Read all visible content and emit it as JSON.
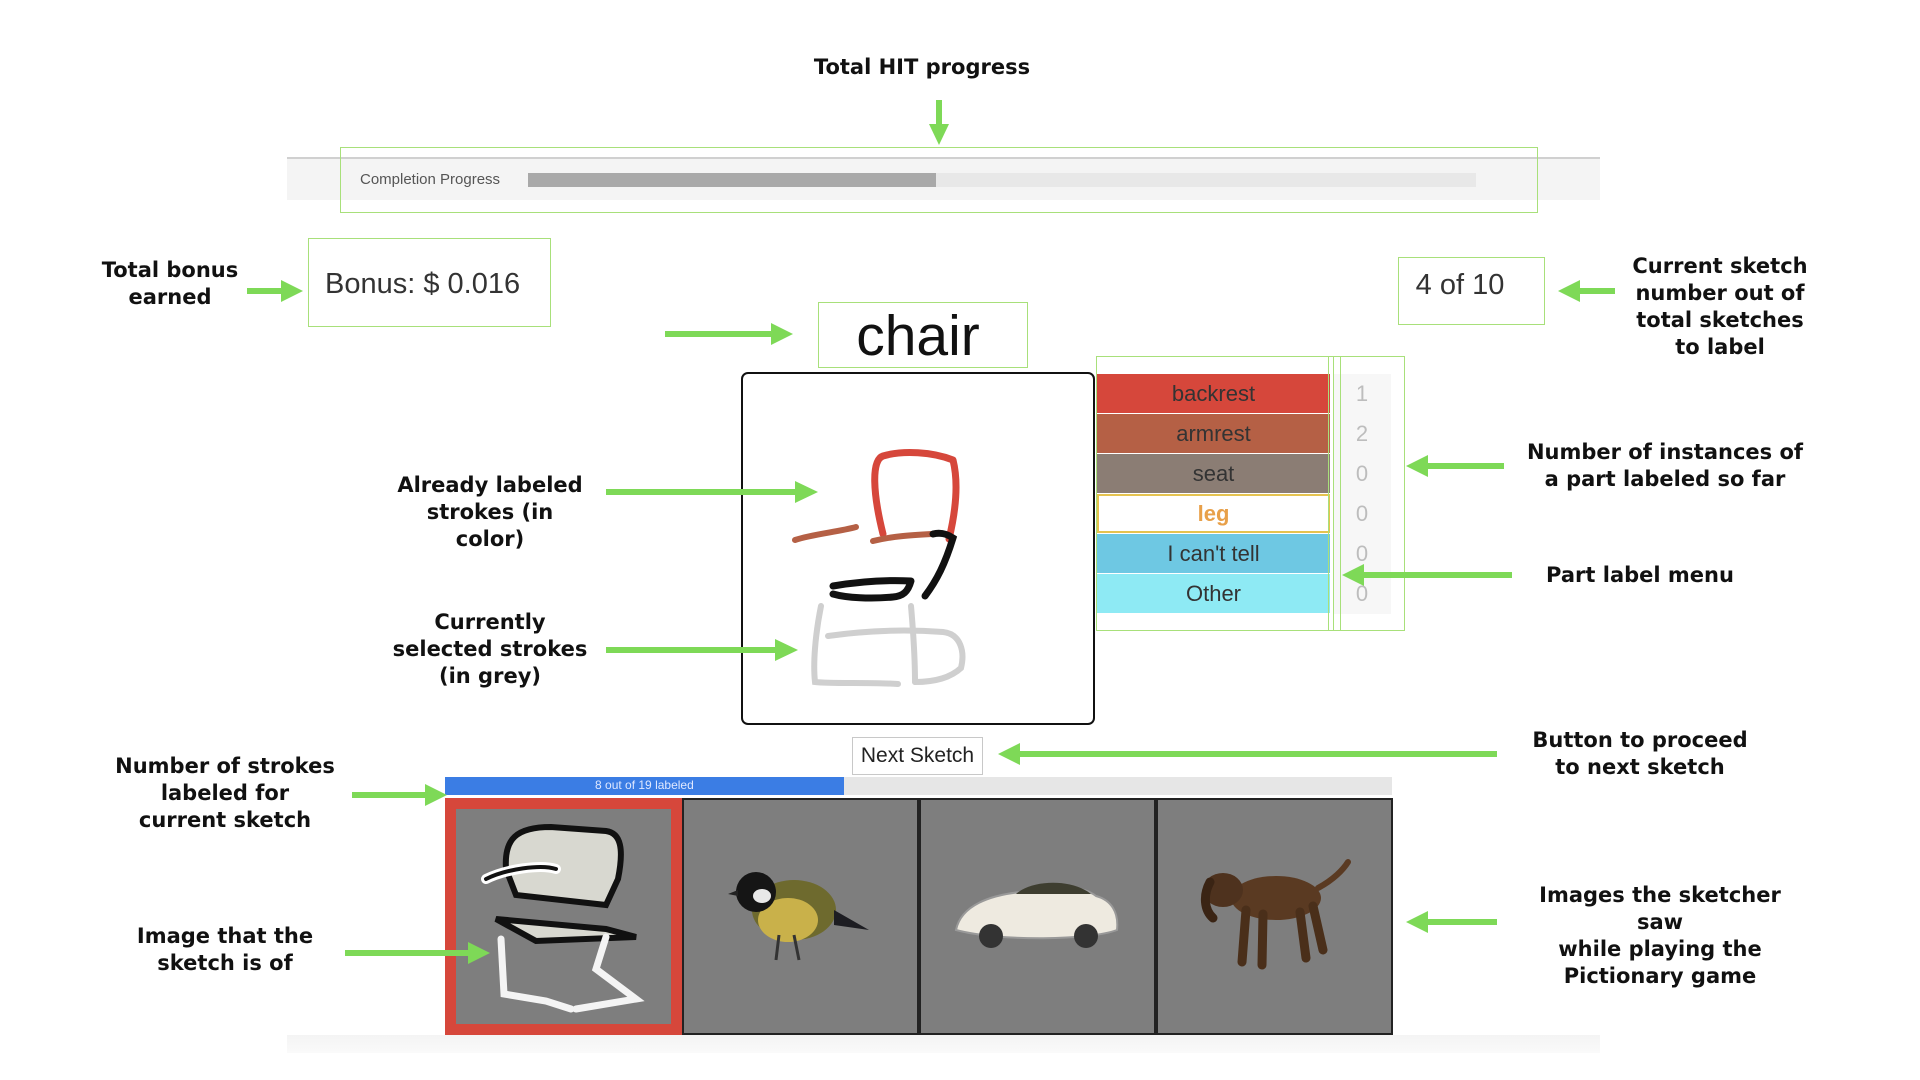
{
  "annotations": {
    "hit_progress": "Total HIT progress",
    "bonus": [
      "Total bonus",
      "earned"
    ],
    "sketch_number": [
      "Current sketch",
      "number out of",
      "total sketches",
      "to label"
    ],
    "labeled_strokes": [
      "Already labeled",
      "strokes (in color)"
    ],
    "selected_strokes": [
      "Currently",
      "selected strokes",
      "(in grey)"
    ],
    "instances": [
      "Number of instances of",
      "a part labeled so far"
    ],
    "part_menu": "Part label menu",
    "next_button": [
      "Button to proceed",
      "to next sketch"
    ],
    "strokes_labeled": [
      "Number of strokes",
      "labeled for",
      "current sketch"
    ],
    "image_of": [
      "Image that the",
      "sketch is of"
    ],
    "images_seen": [
      "Images the sketcher saw",
      "while playing the",
      "Pictionary game"
    ]
  },
  "header": {
    "progress_label": "Completion Progress",
    "progress_fraction": 0.43
  },
  "bonus_text": "Bonus: $ 0.016",
  "sketch_counter": "4 of 10",
  "category": "chair",
  "parts": [
    {
      "label": "backrest",
      "count": "1",
      "color": "#d6473b"
    },
    {
      "label": "armrest",
      "count": "2",
      "color": "#b56045"
    },
    {
      "label": "seat",
      "count": "0",
      "color": "#8b7d74"
    },
    {
      "label": "leg",
      "count": "0",
      "color": "#e8a049",
      "active": true
    },
    {
      "label": "I can't tell",
      "count": "0",
      "color": "#6ec8e3"
    },
    {
      "label": "Other",
      "count": "0",
      "color": "#8eeaf4"
    }
  ],
  "next_button_label": "Next Sketch",
  "strokes_progress": {
    "text": "8 out of 19 labeled",
    "fraction": 0.4211
  },
  "thumbnails": [
    {
      "name": "chair-image",
      "selected": true
    },
    {
      "name": "bird-image",
      "selected": false
    },
    {
      "name": "car-image",
      "selected": false
    },
    {
      "name": "dog-image",
      "selected": false
    }
  ],
  "colors": {
    "annotation_green": "#7ed957",
    "selected_border": "#d6473b",
    "strokes_bar": "#3b7de4"
  }
}
